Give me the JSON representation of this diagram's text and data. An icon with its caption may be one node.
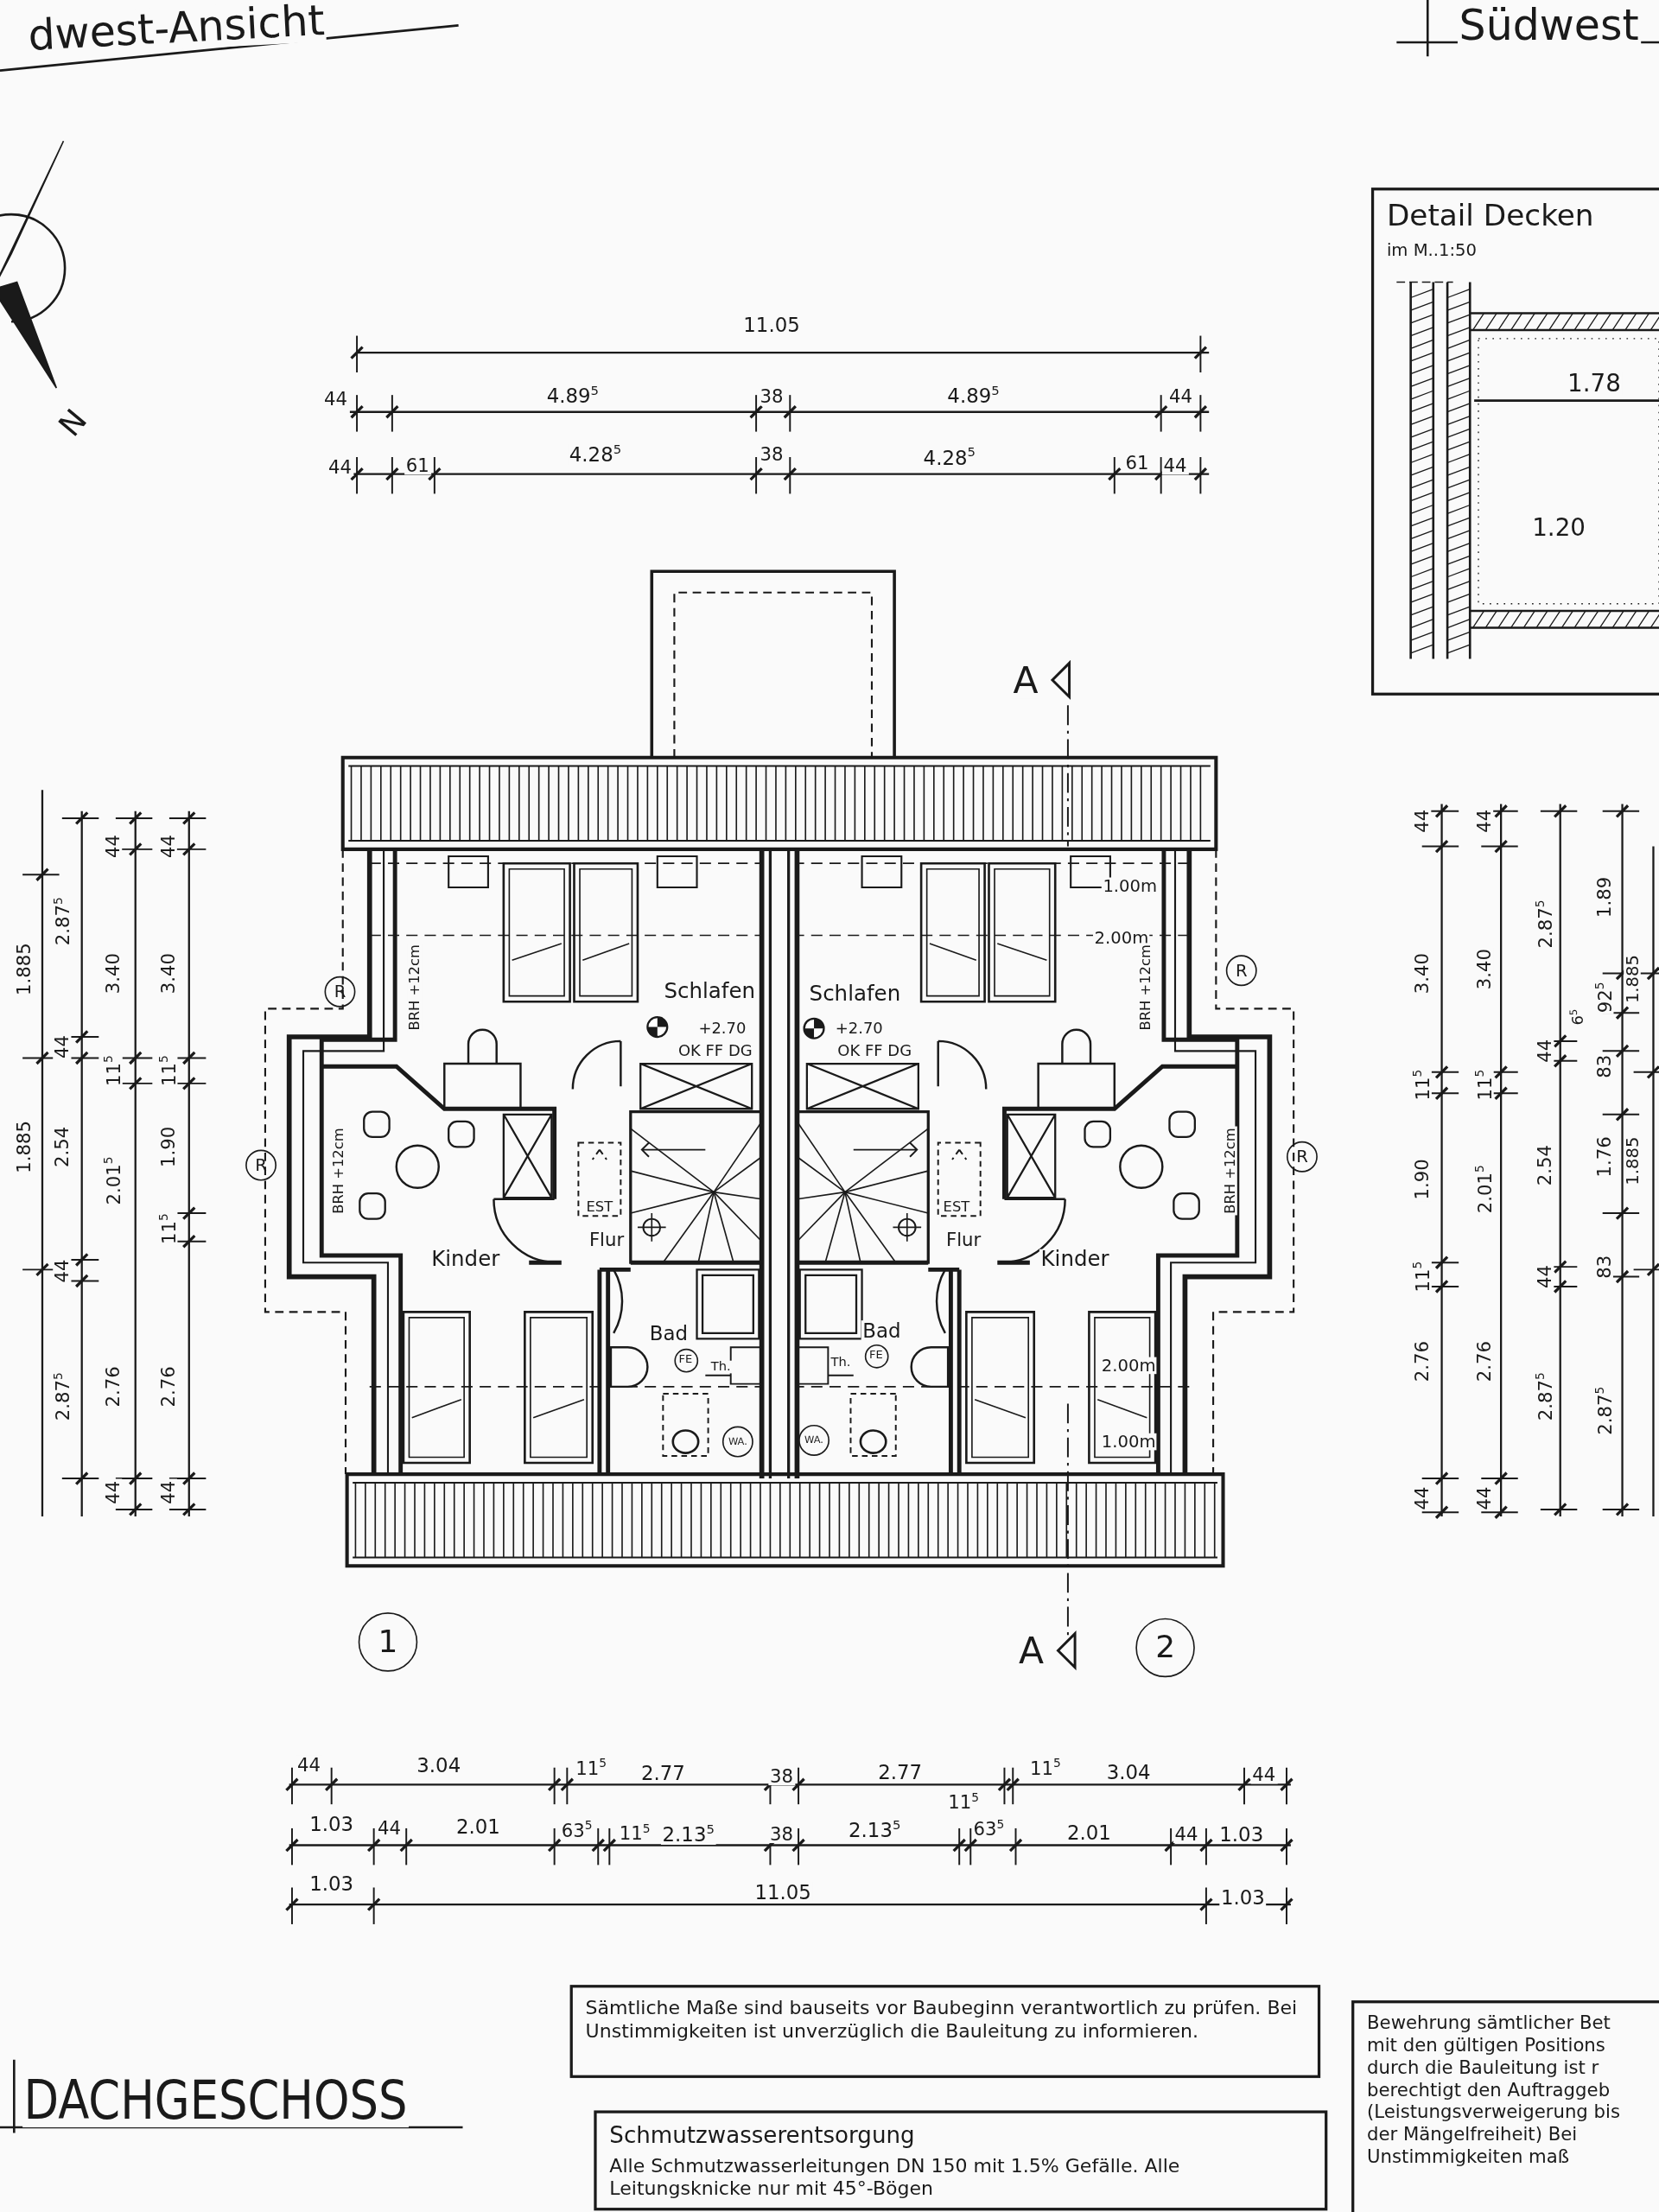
{
  "diagram": {
    "title": "DACHGESCHOSS",
    "nodes": [
      {
        "text": [
          "Detail Decken",
          "im M..1:50"
        ]
      },
      {
        "text": [
          "R"
        ]
      },
      {
        "text": [
          "R"
        ]
      },
      {
        "text": [
          "R"
        ]
      },
      {
        "text": [
          "R"
        ]
      },
      {
        "text": [
          "FE"
        ]
      },
      {
        "text": [
          "FE"
        ]
      },
      {
        "text": [
          "WA."
        ]
      },
      {
        "text": [
          "WA."
        ]
      },
      {
        "text": [
          "1"
        ]
      },
      {
        "text": [
          "2"
        ]
      },
      {
        "text": [
          "Sämtliche Maße sind bauseits vor Baubeginn verantwortlich zu prüfen. Bei Unstimmigkeiten ist unverzüglich die Bauleitung zu informieren."
        ]
      },
      {
        "text": [
          "Schmutzwasserentsorgung",
          "Alle Schmutzwasserleitungen DN 150 mit 1.5% Gefälle. Alle Leitungsknicke nur mit 45°-Bögen"
        ]
      },
      {
        "text": [
          "Bewehrung sämtlicher Bet mit den gültigen Positions durch die Bauleitung ist r berechtigt den Auftraggeb (Leistungsverweigerung bis der Mängelfreiheit) Bei Unstimmigkeiten maß"
        ]
      }
    ],
    "labels": [
      "dwest-Ansicht",
      "Südwest",
      "N",
      "11.05",
      "44",
      "4.89$^{5}$",
      "38",
      "4.89$^{5}$",
      "44",
      "44",
      "61",
      "4.28$^{5}$",
      "38",
      "4.28$^{5}$",
      "61",
      "44",
      "1.78",
      "1.20",
      "A",
      "1.885",
      "1.885",
      "2.87$^{5}$",
      "44",
      "2.54",
      "44",
      "2.87$^{5}$",
      "44",
      "3.40",
      "11$^{5}$",
      "2.01$^{5}$",
      "2.76",
      "44",
      "44",
      "3.40",
      "11$^{5}$",
      "1.90",
      "11$^{5}$",
      "2.76",
      "44",
      "BRH +12cm",
      "Schlafen",
      "+2.70",
      "OK FF DG",
      "Schlafen",
      "+2.70",
      "OK FF DG",
      "1.00m",
      "2.00m",
      "BRH +12cm",
      "BRH +12cm",
      "EST",
      "Flur",
      "Kinder",
      "EST",
      "Flur",
      "Kinder",
      "BRH +12cm",
      "Bad",
      "Th.",
      "Bad",
      "Th.",
      "2.00m",
      "1.00m",
      "44",
      "3.40",
      "11$^{5}$",
      "1.90",
      "11$^{5}$",
      "2.76",
      "44",
      "44",
      "3.40",
      "11$^{5}$",
      "2.01$^{5}$",
      "2.76",
      "44",
      "2.87$^{5}$",
      "44",
      "2.54",
      "44",
      "2.87$^{5}$",
      "6$^{5}$",
      "1.89",
      "92$^{5}$",
      "83",
      "1.76",
      "83",
      "2.87$^{5}$",
      "1.885",
      "1.885",
      "A",
      "44",
      "3.04",
      "11$^{5}$",
      "2.77",
      "38",
      "2.77",
      "11$^{5}$",
      "3.04",
      "44",
      "1.03",
      "44",
      "2.01",
      "63$^{5}$",
      "11$^{5}$",
      "2.13$^{5}$",
      "38",
      "2.13$^{5}$",
      "11$^{5}$",
      "63$^{5}$",
      "2.01",
      "44",
      "1.03",
      "1.03",
      "11.05",
      "1.03"
    ]
  }
}
